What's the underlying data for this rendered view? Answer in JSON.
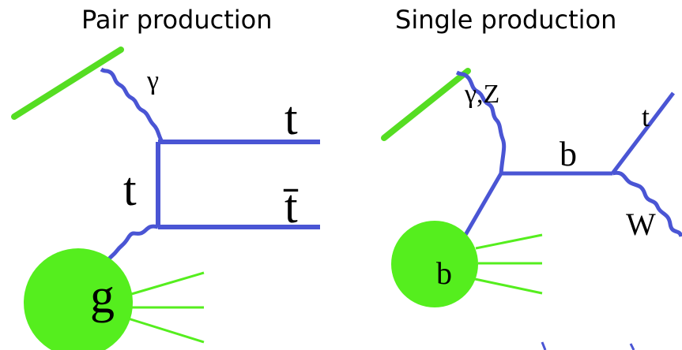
{
  "panels": {
    "pair": {
      "title": "Pair production",
      "labels": {
        "photon": "γ",
        "top_out": "t",
        "antitop_out": "t̄",
        "propagator": "t",
        "gluon": "g"
      }
    },
    "single": {
      "title": "Single production",
      "labels": {
        "boson": "γ,Z",
        "bottom_internal": "b",
        "top_out": "t",
        "w_boson": "W",
        "bottom_in": "b"
      }
    }
  },
  "colors": {
    "fermion_line": "#4a55d4",
    "beam": "#55dd22",
    "proton": "#55ee1e",
    "text": "#000000"
  }
}
